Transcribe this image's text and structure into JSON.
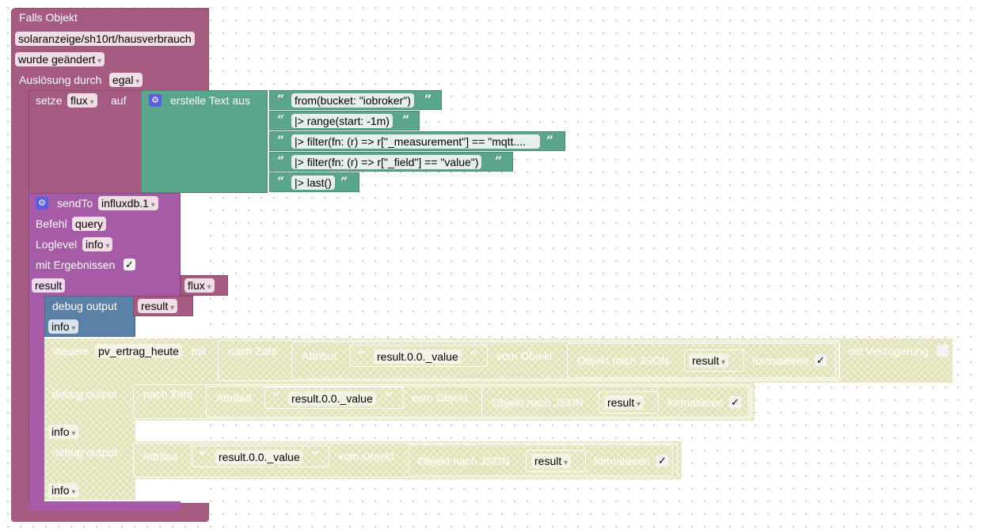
{
  "trigger": {
    "title": "Falls Objekt",
    "object_id": "solaranzeige/sh10rt/hausverbrauch",
    "condition": "wurde geändert",
    "trigger_label": "Auslösung durch",
    "trigger_value": "egal"
  },
  "set_var": {
    "prefix": "setze",
    "var": "flux",
    "suffix": "auf"
  },
  "text_join": {
    "label": "erstelle Text aus",
    "lines": [
      "from(bucket: \"iobroker\")",
      "|> range(start: -1m)",
      "|> filter(fn: (r) => r[\"_measurement\"] == \"mqtt....",
      "|> filter(fn: (r) => r[\"_field\"] == \"value\")",
      "|> last()"
    ]
  },
  "sendto": {
    "label": "sendTo",
    "instance": "influxdb.1",
    "command_label": "Befehl",
    "command": "query",
    "loglevel_label": "Loglevel",
    "loglevel": "info",
    "results_label": "mit Ergebnissen",
    "results_check": "✓",
    "result_var": "result",
    "message_var": "flux"
  },
  "debug1": {
    "label": "debug output",
    "value": "result",
    "level": "info"
  },
  "control": {
    "label": "steuere",
    "target": "pv_ertrag_heute",
    "with": "mit",
    "to_number": "nach Zahl",
    "attribute": "Attribut",
    "path": "result.0.0._value",
    "of_object": "vom Objekt",
    "json_label": "Objekt nach JSON",
    "json_var": "result",
    "format_label": "formatieren",
    "format_check": "✓",
    "delay_label": "mit Verzögerung"
  },
  "debug2": {
    "label": "debug output",
    "to_number": "nach Zahl",
    "attribute": "Attribut",
    "path": "result.0.0._value",
    "of_object": "vom Objekt",
    "json_label": "Objekt nach JSON",
    "json_var": "result",
    "format_label": "formatieren",
    "format_check": "✓",
    "level": "info"
  },
  "debug3": {
    "label": "debug output",
    "attribute": "Attribut",
    "path": "result.0.0._value",
    "of_object": "vom Objekt",
    "json_label": "Objekt nach JSON",
    "json_var": "result",
    "format_label": "formatieren",
    "format_check": "✓",
    "level": "info"
  },
  "icons": {
    "gear": "⚙",
    "open_quote": "“",
    "close_quote": "”"
  },
  "colors": {
    "trigger": "#a55b80",
    "sendto": "#a55ba5",
    "text": "#5ba58c",
    "debug": "#5b80a5",
    "disabled": "#e3e3b9"
  }
}
